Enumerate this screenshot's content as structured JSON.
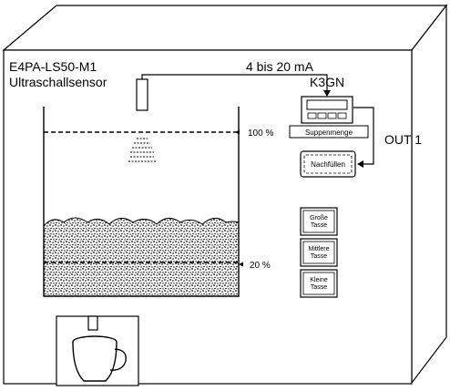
{
  "sensor": {
    "model": "E4PA-LS50-M1",
    "type": "Ultraschallsensor"
  },
  "signal": "4 bis 20 mA",
  "controller": {
    "model": "K3GN",
    "display_label": "Suppenmenge"
  },
  "output_label": "OUT 1",
  "refill_button": "Nachfüllen",
  "levels": {
    "high": "100 %",
    "low": "20 %"
  },
  "cup_buttons": {
    "large": [
      "Große",
      "Tasse"
    ],
    "medium": [
      "Mittlere",
      "Tasse"
    ],
    "small": [
      "Kleine",
      "Tasse"
    ]
  },
  "colors": {
    "ink": "#000000",
    "paper": "#ffffff"
  }
}
